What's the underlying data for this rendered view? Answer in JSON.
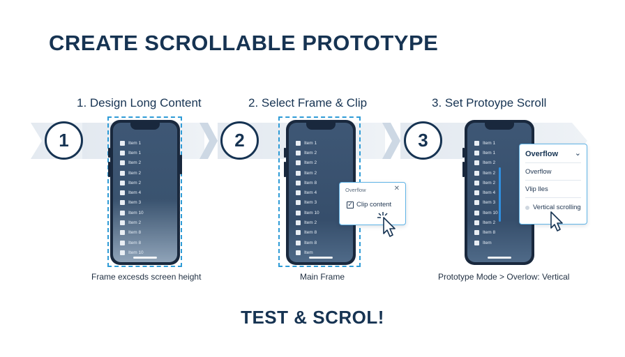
{
  "main_title": "CREATE SCROLLABLE PROTOTYPE",
  "bottom_title": "TEST & SCROL!",
  "steps": [
    {
      "number": "1",
      "heading": "1. Design Long Content",
      "caption": "Frame excesds screen height"
    },
    {
      "number": "2",
      "heading": "2. Select Frame & Clip",
      "caption": "Main Frame"
    },
    {
      "number": "3",
      "heading": "3. Set Protoype Scroll",
      "caption": "Prototype Mode > Overlow: Vertical"
    }
  ],
  "phone1_items": [
    "Item 1",
    "Item 1",
    "Item 2",
    "Item 2",
    "Item 2",
    "Item 4",
    "Item 3",
    "Item 10",
    "Item 2",
    "Item 8",
    "Item 8",
    "Item 10"
  ],
  "phone2_items": [
    "Item 1",
    "Item 2",
    "Item 2",
    "Item 2",
    "Item 8",
    "Item 4",
    "Item 3",
    "Item 10",
    "Item 2",
    "Item 8",
    "Item 8",
    "Item"
  ],
  "phone3_items": [
    "Item 1",
    "Item 1",
    "Item 2",
    "Item 2",
    "Item 2",
    "Item 4",
    "Item 3",
    "Item 10",
    "Item 2",
    "Item 8",
    "Item"
  ],
  "clip_popup": {
    "title": "Overflow",
    "close": "✕",
    "option": "Clip content",
    "check": "✓"
  },
  "overflow_popup": {
    "header": "Overflow",
    "chevron": "⌄",
    "options": [
      "Overflow",
      "Vlip lles",
      "Vertical scrolling"
    ]
  },
  "colors": {
    "navy": "#163352",
    "accent": "#2e9bd6",
    "band": "#e4eaf1"
  }
}
